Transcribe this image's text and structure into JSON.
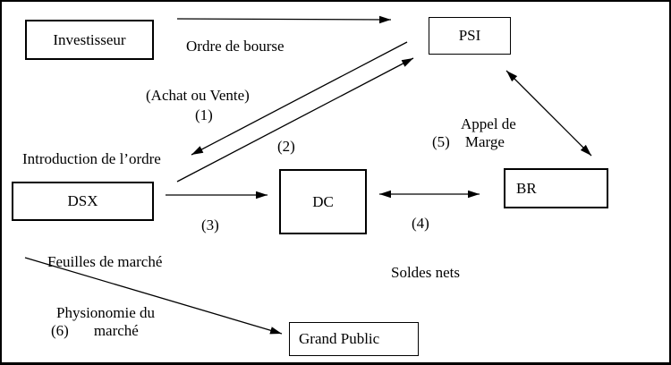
{
  "nodes": {
    "investisseur": {
      "label": "Investisseur"
    },
    "psi": {
      "label": "PSI"
    },
    "dsx": {
      "label": "DSX"
    },
    "dc": {
      "label": "DC"
    },
    "br": {
      "label": "BR"
    },
    "grand_public": {
      "label": "Grand Public"
    }
  },
  "labels": {
    "ordre_de_bourse": "Ordre de bourse",
    "achat_ou_vente": "(Achat ou Vente)",
    "step1": "(1)",
    "step2": "(2)",
    "introduction_ordre": "Introduction de l’ordre",
    "step3": "(3)",
    "step4": "(4)",
    "appel_de": "Appel de",
    "step5": "(5)",
    "marge": "Marge",
    "soldes_nets": "Soldes nets",
    "feuilles_marche": "Feuilles de marché",
    "physionomie_du": "Physionomie du",
    "step6": "(6)",
    "marche": "marché"
  },
  "colors": {
    "ink": "#000000",
    "background": "#ffffff"
  }
}
